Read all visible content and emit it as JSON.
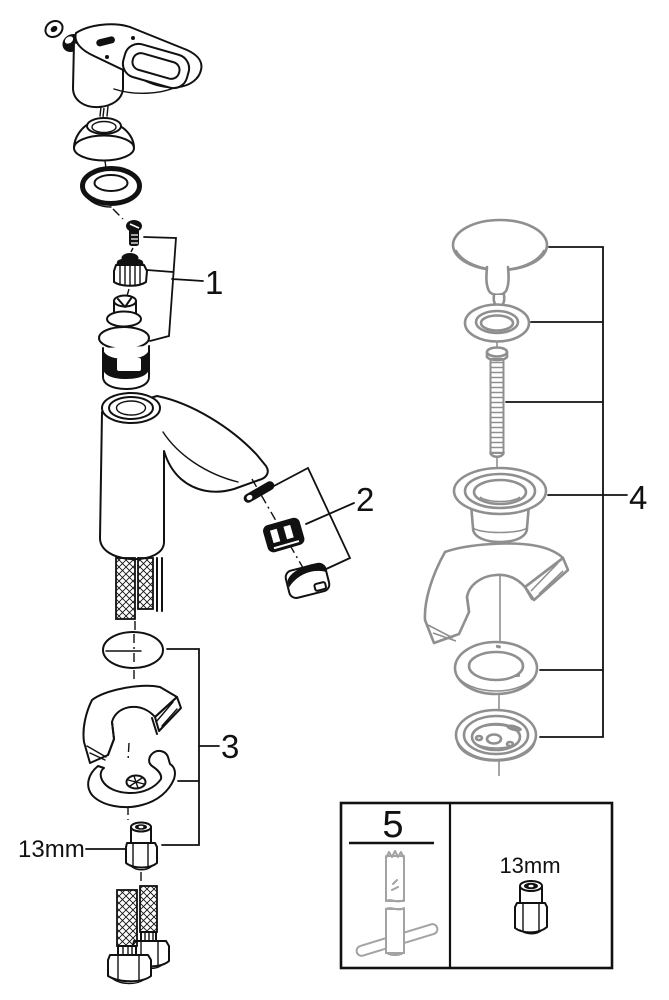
{
  "colors": {
    "line": "#111111",
    "drain_line": "#8f8f8f",
    "tool_line": "#a3a3a3",
    "background": "#ffffff"
  },
  "callouts": [
    {
      "label": "1",
      "parts": [
        "handle-fixing-screw",
        "screw-cap-nut",
        "cartridge"
      ]
    },
    {
      "label": "2",
      "parts": [
        "flow-pin",
        "mousseur-insert",
        "mousseur-housing"
      ]
    },
    {
      "label": "3",
      "parts": [
        "base-o-ring",
        "stabilising-gasket",
        "mounting-clamp",
        "mounting-nut"
      ]
    },
    {
      "label": "4",
      "parts": [
        "waste-plug",
        "plug-seal",
        "connecting-screw",
        "upper-drain-flange",
        "wedge-gasket",
        "lock-ring",
        "drain-strainer-body"
      ]
    },
    {
      "label": "5",
      "parts": [
        "socket-wrench-tool",
        "13mm-socket"
      ]
    }
  ],
  "labels": {
    "wrench_size_left": "13mm",
    "wrench_size_box": "13mm"
  }
}
